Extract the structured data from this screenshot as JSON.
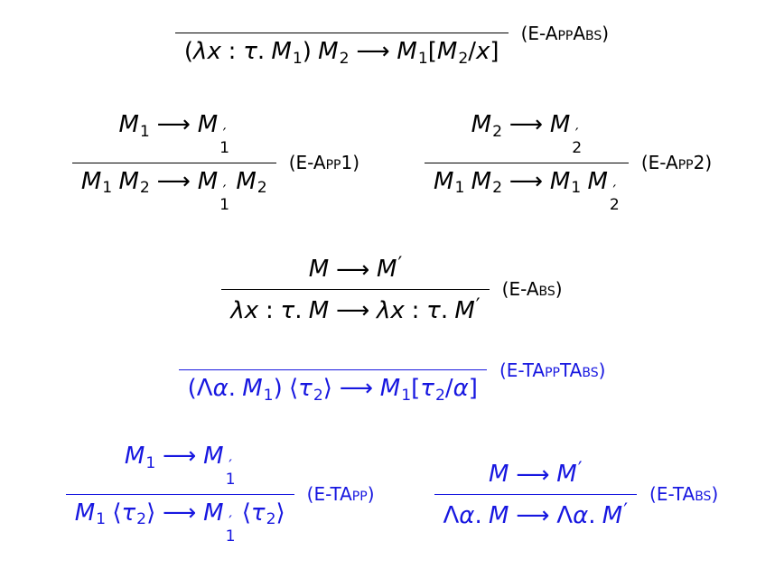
{
  "colors": {
    "text": "#000000",
    "highlight": "#1717e0",
    "background": "#ffffff"
  },
  "rules": [
    {
      "id": "e-appabs",
      "label": "(E-AppAbs)",
      "color": "text",
      "axiom": true,
      "premise": [],
      "conclusion": [
        {
          "t": "(",
          "s": "u"
        },
        {
          "t": "λ",
          "s": "i"
        },
        {
          "t": "x",
          "s": "i"
        },
        {
          "t": ":",
          "s": "r"
        },
        {
          "t": "τ",
          "s": "i"
        },
        {
          "t": ".",
          "s": "u"
        },
        {
          "s": "g"
        },
        {
          "t": "M",
          "s": "i"
        },
        {
          "t": "1",
          "s": "b"
        },
        {
          "t": ")",
          "s": "u"
        },
        {
          "s": "g"
        },
        {
          "t": "M",
          "s": "i"
        },
        {
          "t": "2",
          "s": "b"
        },
        {
          "t": "⟶",
          "s": "r"
        },
        {
          "t": "M",
          "s": "i"
        },
        {
          "t": "1",
          "s": "b"
        },
        {
          "t": "[",
          "s": "u"
        },
        {
          "t": "M",
          "s": "i"
        },
        {
          "t": "2",
          "s": "b"
        },
        {
          "t": "/",
          "s": "u"
        },
        {
          "t": "x",
          "s": "i"
        },
        {
          "t": "]",
          "s": "u"
        }
      ]
    },
    {
      "id": "e-app1",
      "label": "(E-App1)",
      "color": "text",
      "axiom": false,
      "premise": [
        {
          "t": "M",
          "s": "i"
        },
        {
          "t": "1",
          "s": "b"
        },
        {
          "t": "⟶",
          "s": "r"
        },
        {
          "t": "M",
          "s": "i"
        },
        {
          "s": "ss",
          "p": "′",
          "b": "1"
        }
      ],
      "conclusion": [
        {
          "t": "M",
          "s": "i"
        },
        {
          "t": "1",
          "s": "b"
        },
        {
          "s": "g"
        },
        {
          "t": "M",
          "s": "i"
        },
        {
          "t": "2",
          "s": "b"
        },
        {
          "t": "⟶",
          "s": "r"
        },
        {
          "t": "M",
          "s": "i"
        },
        {
          "s": "ss",
          "p": "′",
          "b": "1"
        },
        {
          "s": "g"
        },
        {
          "t": "M",
          "s": "i"
        },
        {
          "t": "2",
          "s": "b"
        }
      ]
    },
    {
      "id": "e-app2",
      "label": "(E-App2)",
      "color": "text",
      "axiom": false,
      "premise": [
        {
          "t": "M",
          "s": "i"
        },
        {
          "t": "2",
          "s": "b"
        },
        {
          "t": "⟶",
          "s": "r"
        },
        {
          "t": "M",
          "s": "i"
        },
        {
          "s": "ss",
          "p": "′",
          "b": "2"
        }
      ],
      "conclusion": [
        {
          "t": "M",
          "s": "i"
        },
        {
          "t": "1",
          "s": "b"
        },
        {
          "s": "g"
        },
        {
          "t": "M",
          "s": "i"
        },
        {
          "t": "2",
          "s": "b"
        },
        {
          "t": "⟶",
          "s": "r"
        },
        {
          "t": "M",
          "s": "i"
        },
        {
          "t": "1",
          "s": "b"
        },
        {
          "s": "g"
        },
        {
          "t": "M",
          "s": "i"
        },
        {
          "s": "ss",
          "p": "′",
          "b": "2"
        }
      ]
    },
    {
      "id": "e-abs",
      "label": "(E-Abs)",
      "color": "text",
      "axiom": false,
      "premise": [
        {
          "t": "M",
          "s": "i"
        },
        {
          "t": "⟶",
          "s": "r"
        },
        {
          "t": "M",
          "s": "i"
        },
        {
          "t": "′",
          "s": "p"
        }
      ],
      "conclusion": [
        {
          "t": "λ",
          "s": "i"
        },
        {
          "t": "x",
          "s": "i"
        },
        {
          "t": ":",
          "s": "r"
        },
        {
          "t": "τ",
          "s": "i"
        },
        {
          "t": ".",
          "s": "u"
        },
        {
          "s": "g"
        },
        {
          "t": "M",
          "s": "i"
        },
        {
          "t": "⟶",
          "s": "r"
        },
        {
          "t": "λ",
          "s": "i"
        },
        {
          "t": "x",
          "s": "i"
        },
        {
          "t": ":",
          "s": "r"
        },
        {
          "t": "τ",
          "s": "i"
        },
        {
          "t": ".",
          "s": "u"
        },
        {
          "s": "g"
        },
        {
          "t": "M",
          "s": "i"
        },
        {
          "t": "′",
          "s": "p"
        }
      ]
    },
    {
      "id": "e-tapptabs",
      "label": "(E-TAppTAbs)",
      "color": "highlight",
      "axiom": true,
      "premise": [],
      "conclusion": [
        {
          "t": "(",
          "s": "u"
        },
        {
          "t": "Λ",
          "s": "u"
        },
        {
          "t": "α",
          "s": "i"
        },
        {
          "t": ".",
          "s": "u"
        },
        {
          "s": "g"
        },
        {
          "t": "M",
          "s": "i"
        },
        {
          "t": "1",
          "s": "b"
        },
        {
          "t": ")",
          "s": "u"
        },
        {
          "s": "g"
        },
        {
          "t": "⟨",
          "s": "u"
        },
        {
          "t": "τ",
          "s": "i"
        },
        {
          "t": "2",
          "s": "b"
        },
        {
          "t": "⟩",
          "s": "u"
        },
        {
          "t": "⟶",
          "s": "r"
        },
        {
          "t": "M",
          "s": "i"
        },
        {
          "t": "1",
          "s": "b"
        },
        {
          "t": "[",
          "s": "u"
        },
        {
          "t": "τ",
          "s": "i"
        },
        {
          "t": "2",
          "s": "b"
        },
        {
          "t": "/",
          "s": "u"
        },
        {
          "t": "α",
          "s": "i"
        },
        {
          "t": "]",
          "s": "u"
        }
      ]
    },
    {
      "id": "e-tapp",
      "label": "(E-TApp)",
      "color": "highlight",
      "axiom": false,
      "premise": [
        {
          "t": "M",
          "s": "i"
        },
        {
          "t": "1",
          "s": "b"
        },
        {
          "t": "⟶",
          "s": "r"
        },
        {
          "t": "M",
          "s": "i"
        },
        {
          "s": "ss",
          "p": "′",
          "b": "1"
        }
      ],
      "conclusion": [
        {
          "t": "M",
          "s": "i"
        },
        {
          "t": "1",
          "s": "b"
        },
        {
          "s": "g"
        },
        {
          "t": "⟨",
          "s": "u"
        },
        {
          "t": "τ",
          "s": "i"
        },
        {
          "t": "2",
          "s": "b"
        },
        {
          "t": "⟩",
          "s": "u"
        },
        {
          "t": "⟶",
          "s": "r"
        },
        {
          "t": "M",
          "s": "i"
        },
        {
          "s": "ss",
          "p": "′",
          "b": "1"
        },
        {
          "s": "g"
        },
        {
          "t": "⟨",
          "s": "u"
        },
        {
          "t": "τ",
          "s": "i"
        },
        {
          "t": "2",
          "s": "b"
        },
        {
          "t": "⟩",
          "s": "u"
        }
      ]
    },
    {
      "id": "e-tabs",
      "label": "(E-TAbs)",
      "color": "highlight",
      "axiom": false,
      "premise": [
        {
          "t": "M",
          "s": "i"
        },
        {
          "t": "⟶",
          "s": "r"
        },
        {
          "t": "M",
          "s": "i"
        },
        {
          "t": "′",
          "s": "p"
        }
      ],
      "conclusion": [
        {
          "t": "Λ",
          "s": "u"
        },
        {
          "t": "α",
          "s": "i"
        },
        {
          "t": ".",
          "s": "u"
        },
        {
          "s": "g"
        },
        {
          "t": "M",
          "s": "i"
        },
        {
          "t": "⟶",
          "s": "r"
        },
        {
          "t": "Λ",
          "s": "u"
        },
        {
          "t": "α",
          "s": "i"
        },
        {
          "t": ".",
          "s": "u"
        },
        {
          "s": "g"
        },
        {
          "t": "M",
          "s": "i"
        },
        {
          "t": "′",
          "s": "p"
        }
      ]
    }
  ]
}
